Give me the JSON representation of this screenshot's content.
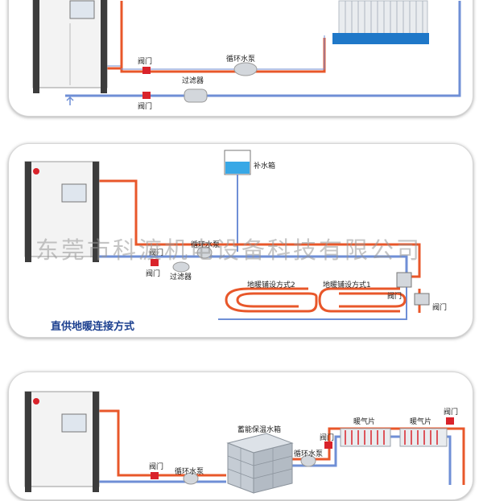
{
  "colors": {
    "hot_pipe": "#e8572a",
    "cold_pipe": "#6f8fd6",
    "valve": "#d9232b",
    "title": "#1b3f8f",
    "tank_water": "#38a8e6"
  },
  "panel1": {
    "valve_top": "阀门",
    "pump": "循环水泵",
    "filter": "过滤器",
    "valve_bottom": "阀门"
  },
  "panel2": {
    "makeup_tank": "补水箱",
    "valve_left": "阀门",
    "pump": "循环水泵",
    "filter": "过滤器",
    "floor_mode2": "地暖铺设方式2",
    "floor_mode1": "地暖铺设方式1",
    "valve_right1": "阀门",
    "valve_right2": "阀门",
    "title": "直供地暖连接方式"
  },
  "panel3": {
    "valve_left": "阀门",
    "pump_left": "循环水泵",
    "storage_tank": "蓄能保温水箱",
    "valve_mid": "阀门",
    "pump_right": "循环水泵",
    "radiator1": "暖气片",
    "radiator2": "暖气片",
    "valve_right": "阀门"
  },
  "watermark": "东莞市科渡机电设备科技有限公司"
}
